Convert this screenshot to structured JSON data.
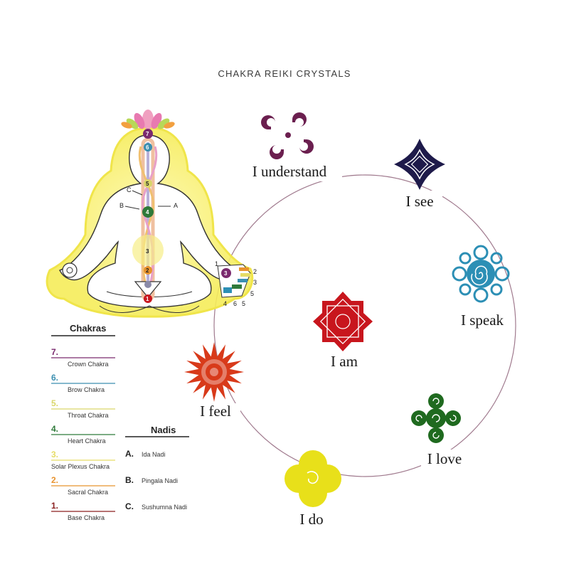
{
  "header": {
    "title": "CHAKRA REIKI CRYSTALS"
  },
  "figure": {
    "nadi_markers": [
      "C",
      "B",
      "A"
    ],
    "spine_numbers": [
      "7",
      "6",
      "5",
      "4",
      "3",
      "2",
      "1"
    ],
    "hand_numbers": [
      "1",
      "2",
      "3",
      "4",
      "5",
      "6",
      "3",
      "5"
    ]
  },
  "chakras": {
    "title": "Chakras",
    "items": [
      {
        "num": "7.",
        "name": "Crown Chakra",
        "color": "#7a2a6e"
      },
      {
        "num": "6.",
        "name": "Brow Chakra",
        "color": "#3b8fb0"
      },
      {
        "num": "5.",
        "name": "Throat Chakra",
        "color": "#d9d66a"
      },
      {
        "num": "4.",
        "name": "Heart Chakra",
        "color": "#2f7a3a"
      },
      {
        "num": "3.",
        "name": "Solar Plexus Chakra",
        "color": "#e6dc66"
      },
      {
        "num": "2.",
        "name": "Sacral Chakra",
        "color": "#e8932e"
      },
      {
        "num": "1.",
        "name": "Base Chakra",
        "color": "#8a1f1f"
      }
    ]
  },
  "nadis": {
    "title": "Nadis",
    "items": [
      {
        "letter": "A.",
        "name": "Ida Nadi"
      },
      {
        "letter": "B.",
        "name": "Pingala Nadi"
      },
      {
        "letter": "C.",
        "name": "Sushumna Nadi"
      }
    ]
  },
  "affirmations": {
    "understand": {
      "label": "I understand",
      "color": "#6b1f4f",
      "icon": "crown-swirl-icon"
    },
    "see": {
      "label": "I see",
      "color": "#1e1a4a",
      "icon": "brow-knot-icon"
    },
    "speak": {
      "label": "I speak",
      "color": "#2c8fb5",
      "icon": "throat-spiral-icon"
    },
    "love": {
      "label": "I love",
      "color": "#1f6a1f",
      "icon": "heart-swirl-icon"
    },
    "do": {
      "label": "I do",
      "color": "#e8e01a",
      "icon": "solar-flower-icon"
    },
    "feel": {
      "label": "I feel",
      "color": "#d83a1a",
      "icon": "sacral-star-icon"
    },
    "am": {
      "label": "I am",
      "color": "#c8161d",
      "icon": "root-star-icon"
    }
  }
}
